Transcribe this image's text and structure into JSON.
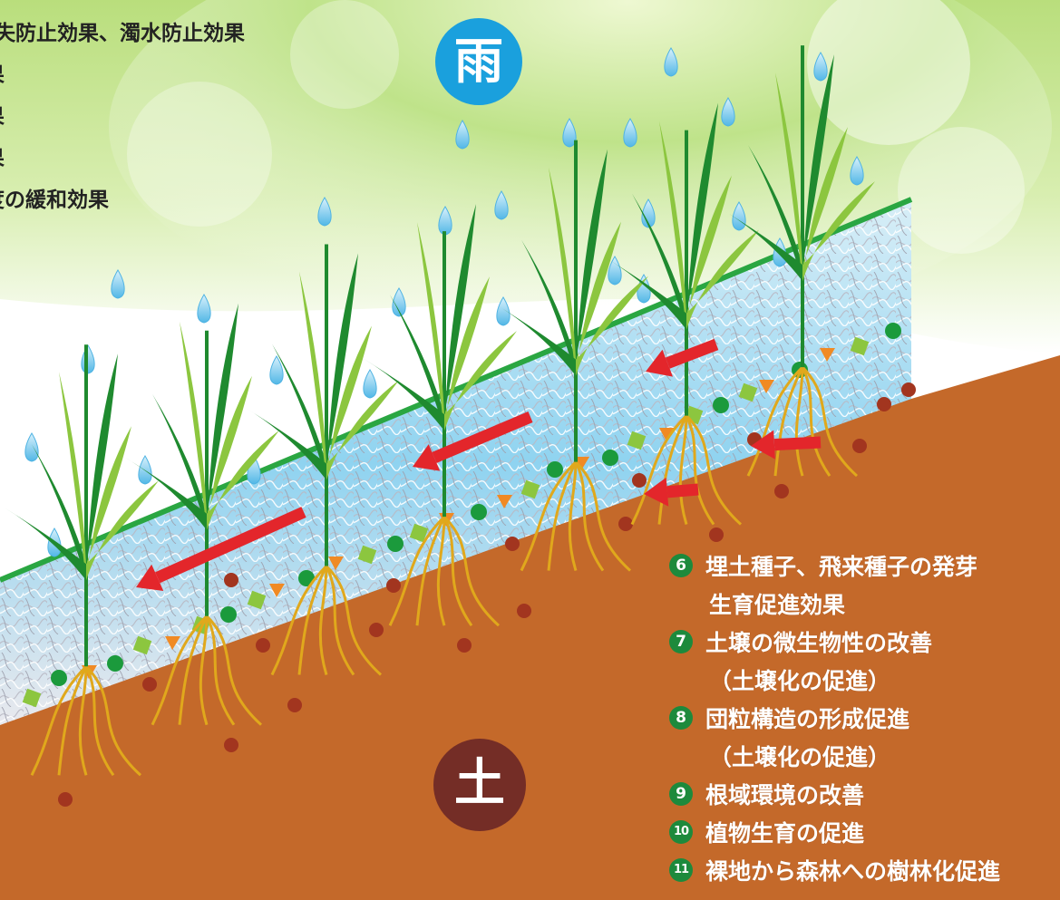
{
  "top_list": [
    "失防止効果、濁水防止効果",
    "果",
    "果",
    "果",
    "度の緩和効果"
  ],
  "labels": {
    "rain": "雨",
    "soil": "土"
  },
  "effects": [
    {
      "num": "6",
      "lines": [
        "埋土種子、飛来種子の発芽",
        "生育促進効果"
      ]
    },
    {
      "num": "7",
      "lines": [
        "土壌の微生物性の改善",
        "（土壌化の促進）"
      ]
    },
    {
      "num": "8",
      "lines": [
        "団粒構造の形成促進",
        "（土壌化の促進）"
      ]
    },
    {
      "num": "9",
      "lines": [
        "根域環境の改善"
      ]
    },
    {
      "num": "10",
      "lines": [
        "植物生育の促進"
      ]
    },
    {
      "num": "11",
      "lines": [
        "裸地から森林への樹林化促進"
      ]
    }
  ],
  "colors": {
    "sky_green": "#c9e79a",
    "soil": "#c46a2a",
    "water_blue": "#8fd3f0",
    "grass_dark": "#1f8a2f",
    "grass_light": "#8cc63f",
    "arrow_red": "#e3262b",
    "rain_badge": "#1aa0dd",
    "soil_badge": "#742d26",
    "number_badge": "#1d8a3c"
  },
  "icons": [
    "raindrop-icon",
    "grass-icon",
    "root-icon",
    "flow-arrow-icon",
    "seed-icon"
  ]
}
